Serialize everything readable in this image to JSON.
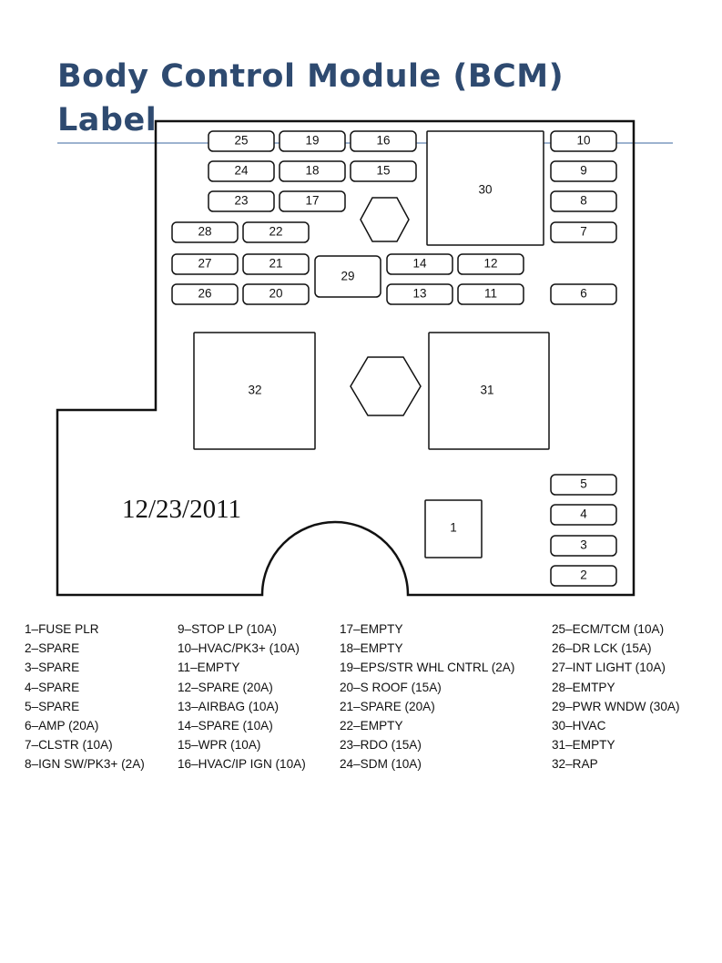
{
  "title": "Body Control Module (BCM) Label",
  "date_stamp": "12/23/2011",
  "fuses": [
    "1",
    "2",
    "3",
    "4",
    "5",
    "6",
    "7",
    "8",
    "9",
    "10",
    "11",
    "12",
    "13",
    "14",
    "15",
    "16",
    "17",
    "18",
    "19",
    "20",
    "21",
    "22",
    "23",
    "24",
    "25",
    "26",
    "27",
    "28",
    "29",
    "30",
    "31",
    "32"
  ],
  "legend": {
    "col1": [
      "1–FUSE PLR",
      "2–SPARE",
      "3–SPARE",
      "4–SPARE",
      "5–SPARE",
      "6–AMP (20A)",
      "7–CLSTR (10A)",
      "8–IGN SW/PK3+ (2A)"
    ],
    "col2": [
      "9–STOP LP (10A)",
      "10–HVAC/PK3+ (10A)",
      "11–EMPTY",
      "12–SPARE (20A)",
      "13–AIRBAG (10A)",
      "14–SPARE (10A)",
      "15–WPR (10A)",
      "16–HVAC/IP IGN (10A)"
    ],
    "col3": [
      "17–EMPTY",
      "18–EMPTY",
      "19–EPS/STR WHL CNTRL (2A)",
      "20–S ROOF (15A)",
      "21–SPARE (20A)",
      "22–EMPTY",
      "23–RDO (15A)",
      "24–SDM (10A)"
    ],
    "col4": [
      "25–ECM/TCM (10A)",
      "26–DR LCK (15A)",
      "27–INT LIGHT (10A)",
      "28–EMTPY",
      "29–PWR WNDW (30A)",
      "30–HVAC",
      "31–EMPTY",
      "32–RAP"
    ]
  }
}
